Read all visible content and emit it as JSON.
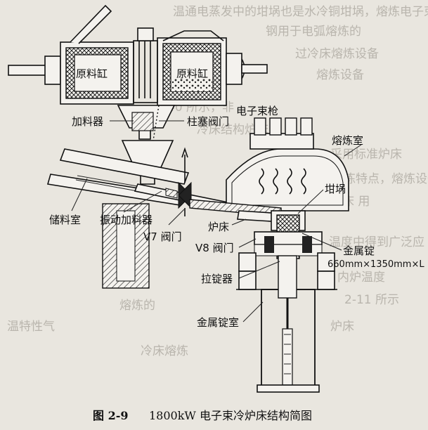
{
  "labels": {
    "raw_tank_left": "原料缸",
    "raw_tank_right": "原料缸",
    "feeder": "加料器",
    "plunger_valve": "柱塞阀门",
    "electron_gun": "电子束枪",
    "melting_chamber": "熔炼室",
    "crucible": "坩埚",
    "storage_chamber": "储料室",
    "vibrating_feeder": "振动加料器",
    "v7_valve": "V7 阀门",
    "hearth": "炉床",
    "v8_valve": "V8 阀门",
    "ingot": "金属锭",
    "ingot_size": "660mm×1350mm×L",
    "ingot_puller": "拉锭器",
    "ingot_chamber": "金属锭室"
  },
  "caption": {
    "number": "图 2-9",
    "title": "1800kW 电子束冷炉床结构简图"
  },
  "background_text": [
    "温通电蒸发中的坩埚也是水冷铜坩埚，熔炼电子束枪的固体，",
    "钢用于电弧熔炼的",
    "过冷床熔炼设备",
    "熔炼设备",
    "40 所示，非",
    "冷床结构炉床",
    "采用标准炉床",
    "的熔炼特点，熔炼设备",
    "炉床 用",
    "温度中得到广泛应",
    "内炉温度",
    "2-11 所示",
    "熔炼的",
    "炉床",
    "冷床熔炼",
    "温特性气"
  ],
  "colors": {
    "ink": "#111111",
    "paper": "#e9e6df"
  }
}
